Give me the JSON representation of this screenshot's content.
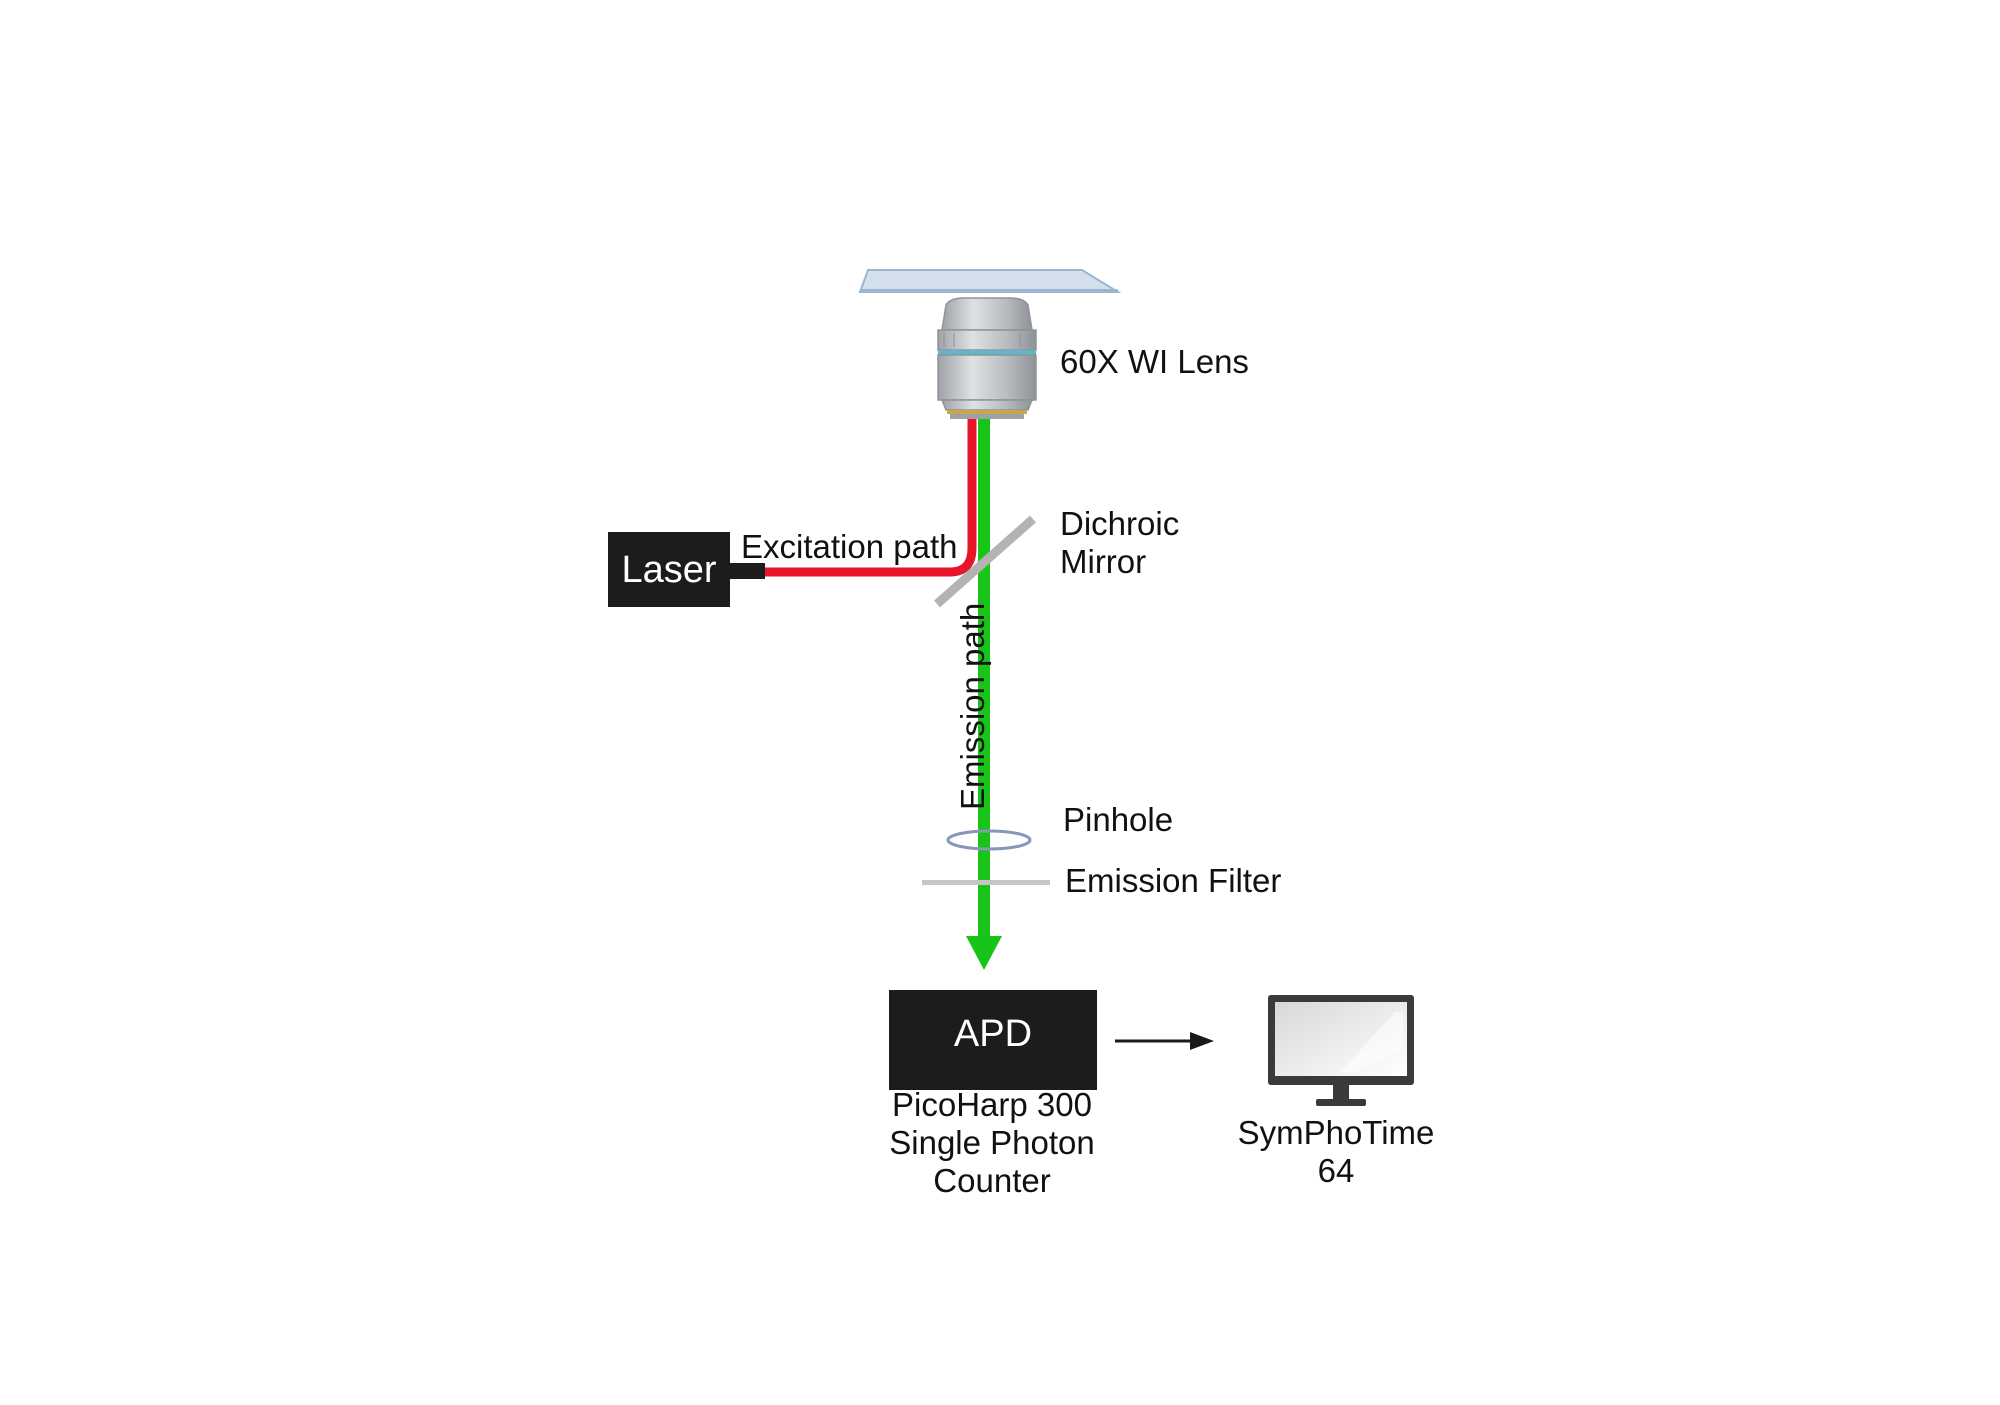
{
  "labels": {
    "lens": "60X WI Lens",
    "mirror_line1": "Dichroic",
    "mirror_line2": "Mirror",
    "laser": "Laser",
    "excitation": "Excitation path",
    "emission": "Emission path",
    "pinhole": "Pinhole",
    "filter": "Emission Filter",
    "apd": "APD",
    "counter_line1": "PicoHarp 300",
    "counter_line2": "Single Photon",
    "counter_line3": "Counter",
    "software_line1": "SymPhoTime",
    "software_line2": "64"
  },
  "colors": {
    "excitation_beam": "#e8142a",
    "emission_beam": "#17c417",
    "box_fill": "#1c1c1c",
    "box_text": "#ffffff",
    "lens_body": "#b9bcc0",
    "lens_ring": "#5fb7c9",
    "lens_tip": "#c9a64a",
    "slide": "#9ab6d2",
    "mirror": "#b3b3b3",
    "pinhole": "#8896b8",
    "filter": "#c6c6c6",
    "arrow": "#1a1a1a",
    "monitor_frame": "#3a3a3a",
    "monitor_screen": "#e7e7e7"
  },
  "icons": {
    "sample": "glass-slide-icon",
    "objective": "objective-lens-icon",
    "computer": "monitor-icon"
  }
}
